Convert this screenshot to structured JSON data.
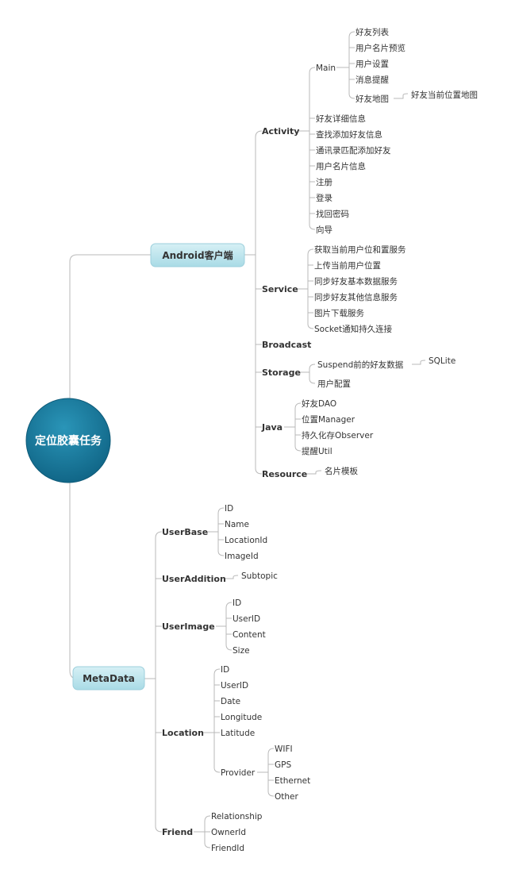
{
  "root": {
    "label": "定位胶囊任务"
  },
  "android": {
    "label": "Android客户端",
    "activity": {
      "label": "Activity",
      "main": {
        "label": "Main",
        "items": [
          "好友列表",
          "用户名片预览",
          "用户设置",
          "消息提醒",
          "好友地图"
        ],
        "map_child": "好友当前位置地图"
      },
      "items": [
        "好友详细信息",
        "查找添加好友信息",
        "通讯录匹配添加好友",
        "用户名片信息",
        "注册",
        "登录",
        "找回密码",
        "向导"
      ]
    },
    "service": {
      "label": "Service",
      "items": [
        "获取当前用户位和置服务",
        "上传当前用户位置",
        "同步好友基本数据服务",
        "同步好友其他信息服务",
        "图片下载服务",
        "Socket通知持久连接"
      ]
    },
    "broadcast": {
      "label": "Broadcast"
    },
    "storage": {
      "label": "Storage",
      "suspend": "Suspend前的好友数据",
      "sqlite": "SQLite",
      "config": "用户配置"
    },
    "java": {
      "label": "Java",
      "items": [
        "好友DAO",
        "位置Manager",
        "持久化存Observer",
        "提醒Util"
      ]
    },
    "resource": {
      "label": "Resource",
      "items": [
        "名片模板"
      ]
    }
  },
  "metadata": {
    "label": "MetaData",
    "userbase": {
      "label": "UserBase",
      "items": [
        "ID",
        "Name",
        "LocationId",
        "ImageId"
      ]
    },
    "useraddition": {
      "label": "UserAddition",
      "items": [
        "Subtopic"
      ]
    },
    "userimage": {
      "label": "UserImage",
      "items": [
        "ID",
        "UserID",
        "Content",
        "Size"
      ]
    },
    "location": {
      "label": "Location",
      "items": [
        "ID",
        "UserID",
        "Date",
        "Longitude",
        "Latitude"
      ],
      "provider": {
        "label": "Provider",
        "items": [
          "WIFI",
          "GPS",
          "Ethernet",
          "Other"
        ]
      }
    },
    "friend": {
      "label": "Friend",
      "items": [
        "Relationship",
        "OwnerId",
        "FriendId"
      ]
    }
  },
  "colors": {
    "root_fill": "#1a7b9e",
    "main_fill": "#bfe6ee",
    "main_stroke": "#9ccfdc",
    "line": "#b9b9b9",
    "text": "#333333"
  }
}
